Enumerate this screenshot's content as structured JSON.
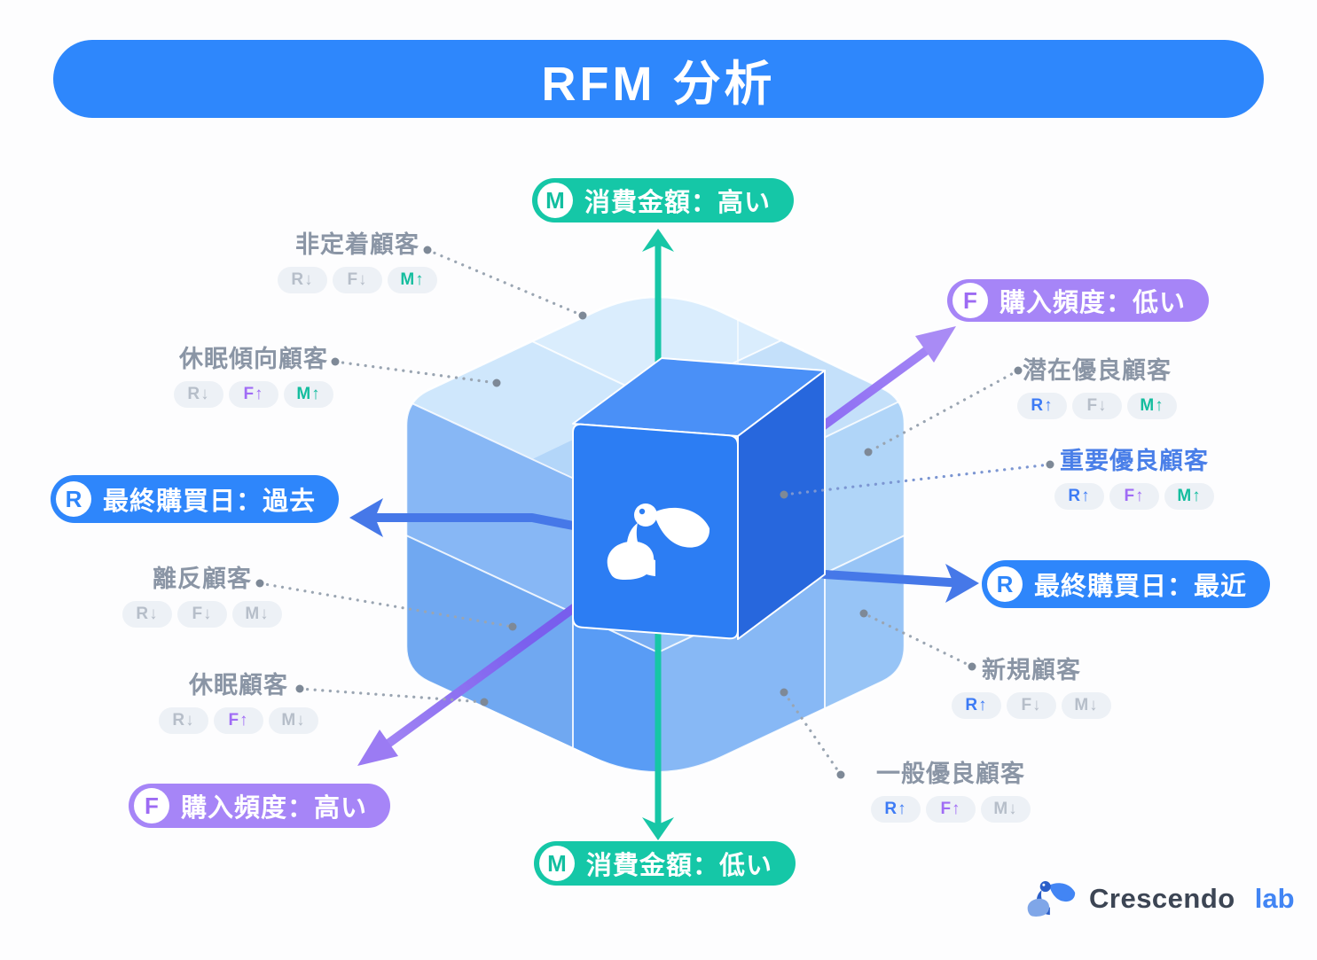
{
  "title": "RFM 分析",
  "axis_pills": {
    "m_high": {
      "letter": "M",
      "label": "消費金額：高い"
    },
    "m_low": {
      "letter": "M",
      "label": "消費金額：低い"
    },
    "r_past": {
      "letter": "R",
      "label": "最終購買日：過去"
    },
    "r_recent": {
      "letter": "R",
      "label": "最終購買日：最近"
    },
    "f_low": {
      "letter": "F",
      "label": "購入頻度：低い"
    },
    "f_high": {
      "letter": "F",
      "label": "購入頻度：高い"
    }
  },
  "segments": [
    {
      "name": "非定着顧客",
      "emphasis": false,
      "badges": [
        {
          "text": "R↓",
          "tone": "gray"
        },
        {
          "text": "F↓",
          "tone": "gray"
        },
        {
          "text": "M↑",
          "tone": "teal"
        }
      ]
    },
    {
      "name": "休眠傾向顧客",
      "emphasis": false,
      "badges": [
        {
          "text": "R↓",
          "tone": "gray"
        },
        {
          "text": "F↑",
          "tone": "purple"
        },
        {
          "text": "M↑",
          "tone": "teal"
        }
      ]
    },
    {
      "name": "離反顧客",
      "emphasis": false,
      "badges": [
        {
          "text": "R↓",
          "tone": "gray"
        },
        {
          "text": "F↓",
          "tone": "gray"
        },
        {
          "text": "M↓",
          "tone": "gray"
        }
      ]
    },
    {
      "name": "休眠顧客",
      "emphasis": false,
      "badges": [
        {
          "text": "R↓",
          "tone": "gray"
        },
        {
          "text": "F↑",
          "tone": "purple"
        },
        {
          "text": "M↓",
          "tone": "gray"
        }
      ]
    },
    {
      "name": "潜在優良顧客",
      "emphasis": false,
      "badges": [
        {
          "text": "R↑",
          "tone": "blue"
        },
        {
          "text": "F↓",
          "tone": "gray"
        },
        {
          "text": "M↑",
          "tone": "teal"
        }
      ]
    },
    {
      "name": "重要優良顧客",
      "emphasis": true,
      "badges": [
        {
          "text": "R↑",
          "tone": "blue"
        },
        {
          "text": "F↑",
          "tone": "purple"
        },
        {
          "text": "M↑",
          "tone": "teal"
        }
      ]
    },
    {
      "name": "新規顧客",
      "emphasis": false,
      "badges": [
        {
          "text": "R↑",
          "tone": "blue"
        },
        {
          "text": "F↓",
          "tone": "gray"
        },
        {
          "text": "M↓",
          "tone": "gray"
        }
      ]
    },
    {
      "name": "一般優良顧客",
      "emphasis": false,
      "badges": [
        {
          "text": "R↑",
          "tone": "blue"
        },
        {
          "text": "F↑",
          "tone": "purple"
        },
        {
          "text": "M↓",
          "tone": "gray"
        }
      ]
    }
  ],
  "logo": {
    "brand": "Crescendo",
    "suffix": "lab"
  },
  "colors": {
    "blue": "#2E86FB",
    "teal": "#15C7A7",
    "purple": "#A685F7",
    "badge_gray": "#B6BEC9",
    "badge_blue": "#3D7BF5",
    "badge_purple": "#A06CF5",
    "badge_teal": "#14BD9E",
    "label_gray": "#8A95A5",
    "emphasis_blue": "#4A7FE8",
    "cube_blue": "#2C7DF3"
  }
}
